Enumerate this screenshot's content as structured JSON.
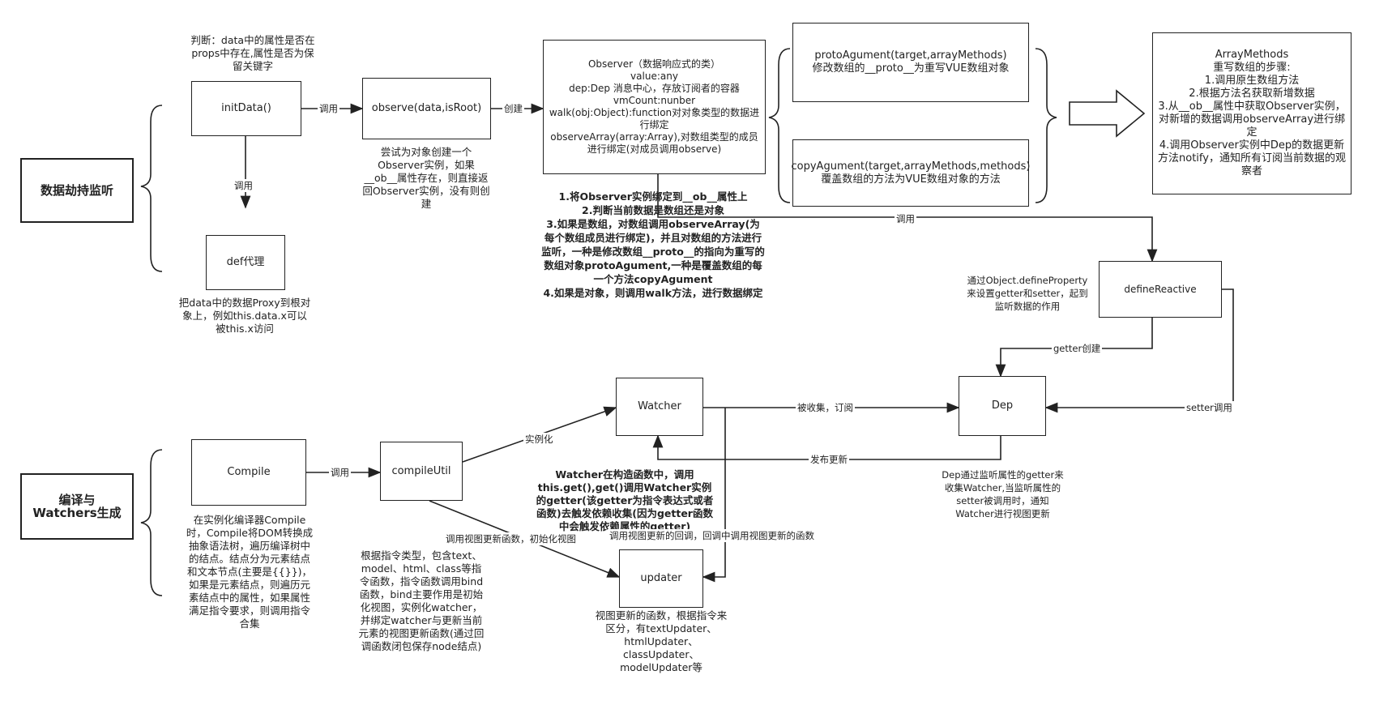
{
  "sections": {
    "hijack": "数据劫持监听",
    "compile": "编译与\nWatchers生成"
  },
  "boxes": {
    "initData": "initData()",
    "def": "def代理",
    "observe": "observe(data,isRoot)",
    "observer": [
      "Observer（数据响应式的类）",
      "value:any",
      "dep:Dep 消息中心，存放订阅者的容器",
      "vmCount:nunber",
      "walk(obj:Object):function对对象类型的数据进行绑定",
      "observeArray(array:Array),对数组类型的成员进行绑定(对成员调用observe)"
    ],
    "protoAgument": "protoAgument(target,arrayMethods)\n修改数组的__proto__为重写VUE数组对象",
    "copyAgument": "copyAgument(target,arrayMethods,methods)\n覆盖数组的方法为VUE数组对象的方法",
    "arrayMethods": [
      "ArrayMethods",
      "重写数组的步骤:",
      "1.调用原生数组方法",
      "2.根据方法名获取新增数据",
      "3.从__ob__属性中获取Observer实例，对新增的数据调用observeArray进行绑定",
      "4.调用Observer实例中Dep的数据更新方法notify，通知所有订阅当前数据的观察者"
    ],
    "defineReactive": "defineReactive",
    "dep": "Dep",
    "watcher": "Watcher",
    "compile": "Compile",
    "compileUtil": "compileUtil",
    "updater": "updater"
  },
  "notes": {
    "initDataTop": "判断：data中的属性是否在props中存在,属性是否为保留关键字",
    "defBottom": "把data中的数据Proxy到根对象上，例如this.data.x可以被this.x访问",
    "observeBottom": "尝试为对象创建一个Observer实例，如果__ob__属性存在，则直接返回Observer实例，没有则创建",
    "observerSteps": "1.将Observer实例绑定到__ob__属性上\n2.判断当前数据是数组还是对象\n3.如果是数组，对数组调用observeArray(为每个数组成员进行绑定)，并且对数组的方法进行监听，一种是修改数组__proto__的指向为重写的数组对象protoAgument,一种是覆盖数组的每一个方法copyAgument\n4.如果是对象，则调用walk方法，进行数据绑定",
    "defineReactiveLeft": "通过Object.defineProperty来设置getter和setter，起到监听数据的作用",
    "depBottom": "Dep通过监听属性的getter来收集Watcher,当监听属性的setter被调用时，通知Watcher进行视图更新",
    "watcherBottom": "Watcher在构造函数中，调用this.get(),get()调用Watcher实例的getter(该getter为指令表达式或者函数)去触发依赖收集(因为getter函数中会触发依赖属性的getter)",
    "compileBottom": "在实例化编译器Compile时，Compile将DOM转换成抽象语法树，遍历编译树中的结点。结点分为元素结点和文本节点(主要是{{}})，如果是元素结点，则遍历元素结点中的属性，如果属性满足指令要求，则调用指令合集",
    "compileUtilBottom": "根据指令类型，包含text、model、html、class等指令函数，指令函数调用bind函数，bind主要作用是初始化视图，实例化watcher，并绑定watcher与更新当前元素的视图更新函数(通过回调函数闭包保存node结点)",
    "updaterBottom": "视图更新的函数，根据指令来区分，有textUpdater、htmlUpdater、classUpdater、modelUpdater等"
  },
  "edges": {
    "call1": "调用",
    "call2": "调用",
    "create": "创建",
    "call3": "调用",
    "getterCreate": "getter创建",
    "setterCall": "setter调用",
    "collected": "被收集，订阅",
    "publish": "发布更新",
    "instantiate": "实例化",
    "call4": "调用",
    "initView": "调用视图更新函数，初始化视图",
    "callback": "调用视图更新的回调，回调中调用视图更新的函数"
  }
}
